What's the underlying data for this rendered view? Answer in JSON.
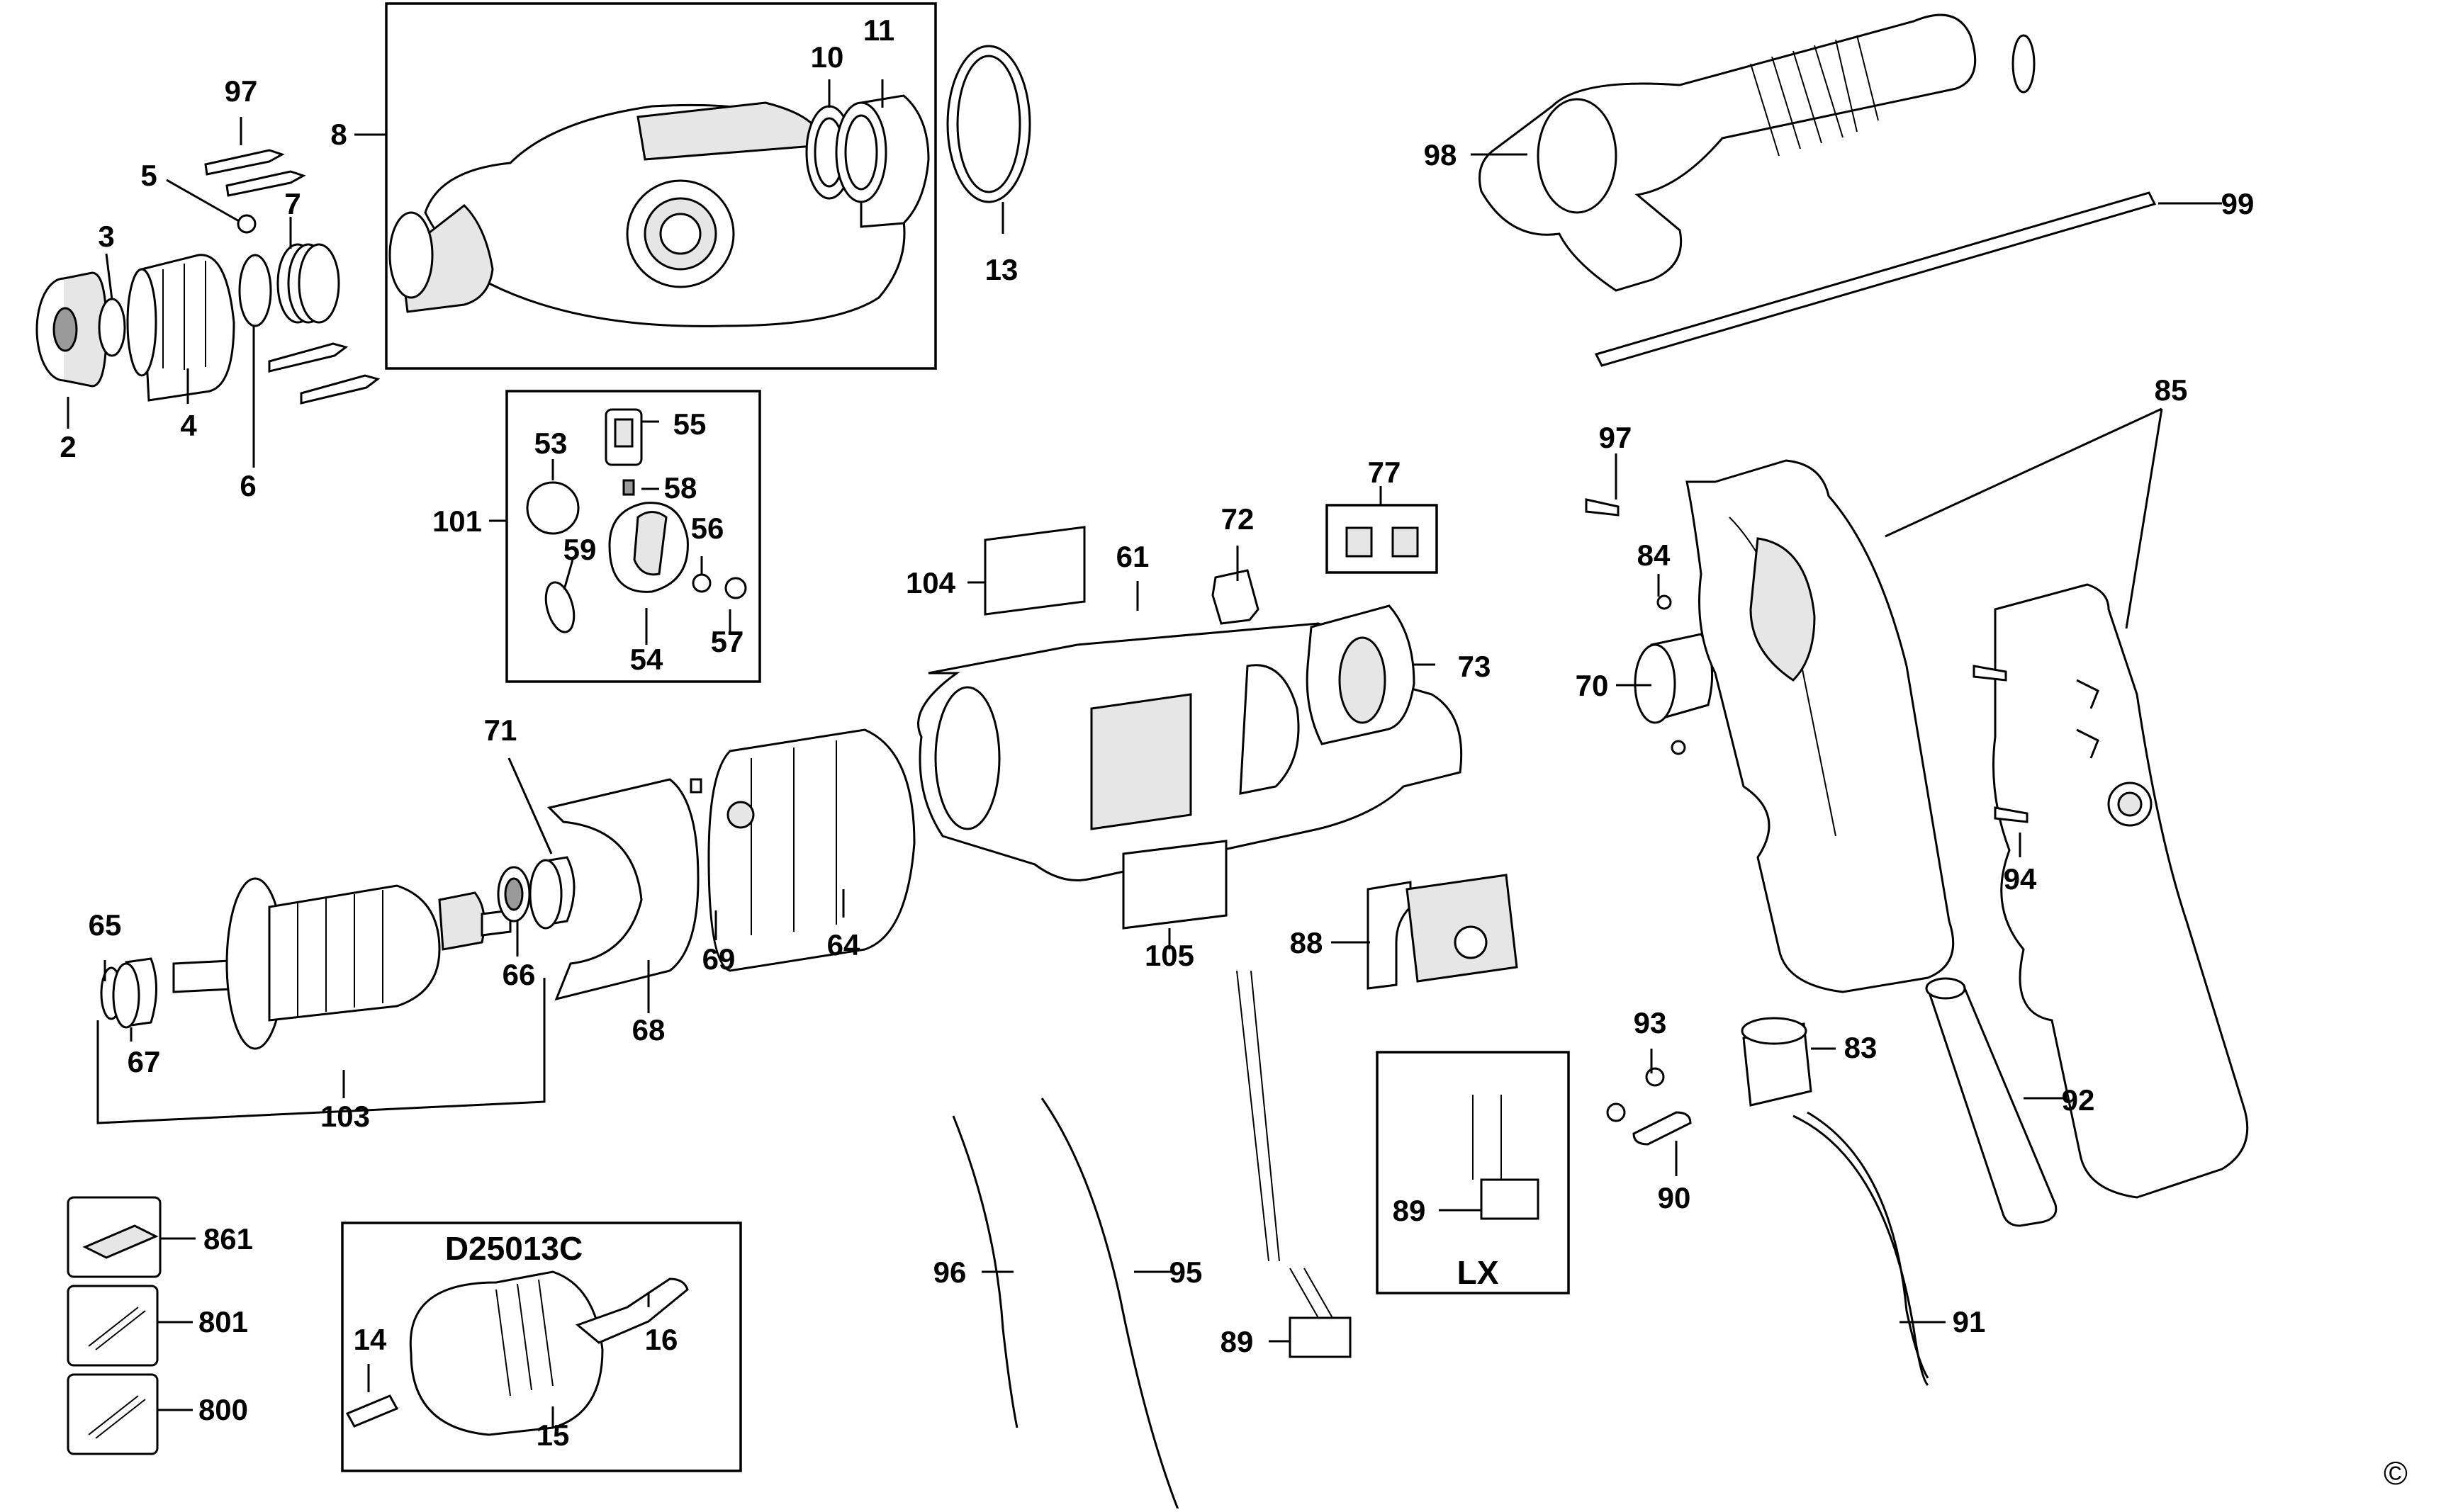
{
  "diagram": {
    "labels": [
      {
        "id": "l97a",
        "text": "97"
      },
      {
        "id": "l5",
        "text": "5"
      },
      {
        "id": "l3",
        "text": "3"
      },
      {
        "id": "l7",
        "text": "7"
      },
      {
        "id": "l2",
        "text": "2"
      },
      {
        "id": "l4",
        "text": "4"
      },
      {
        "id": "l6",
        "text": "6"
      },
      {
        "id": "l8",
        "text": "8"
      },
      {
        "id": "l10",
        "text": "10"
      },
      {
        "id": "l11",
        "text": "11"
      },
      {
        "id": "l13",
        "text": "13"
      },
      {
        "id": "l98",
        "text": "98"
      },
      {
        "id": "l99",
        "text": "99"
      },
      {
        "id": "l53",
        "text": "53"
      },
      {
        "id": "l55",
        "text": "55"
      },
      {
        "id": "l58",
        "text": "58"
      },
      {
        "id": "l101",
        "text": "101"
      },
      {
        "id": "l59",
        "text": "59"
      },
      {
        "id": "l56",
        "text": "56"
      },
      {
        "id": "l54",
        "text": "54"
      },
      {
        "id": "l57",
        "text": "57"
      },
      {
        "id": "l104",
        "text": "104"
      },
      {
        "id": "l61",
        "text": "61"
      },
      {
        "id": "l72",
        "text": "72"
      },
      {
        "id": "l77",
        "text": "77"
      },
      {
        "id": "l73",
        "text": "73"
      },
      {
        "id": "l97b",
        "text": "97"
      },
      {
        "id": "l84",
        "text": "84"
      },
      {
        "id": "l70",
        "text": "70"
      },
      {
        "id": "l85",
        "text": "85"
      },
      {
        "id": "l94",
        "text": "94"
      },
      {
        "id": "l71",
        "text": "71"
      },
      {
        "id": "l65",
        "text": "65"
      },
      {
        "id": "l66",
        "text": "66"
      },
      {
        "id": "l67",
        "text": "67"
      },
      {
        "id": "l68",
        "text": "68"
      },
      {
        "id": "l69",
        "text": "69"
      },
      {
        "id": "l64",
        "text": "64"
      },
      {
        "id": "l105",
        "text": "105"
      },
      {
        "id": "l88",
        "text": "88"
      },
      {
        "id": "l103",
        "text": "103"
      },
      {
        "id": "l93",
        "text": "93"
      },
      {
        "id": "l83",
        "text": "83"
      },
      {
        "id": "l92",
        "text": "92"
      },
      {
        "id": "l90",
        "text": "90"
      },
      {
        "id": "l89a",
        "text": "89"
      },
      {
        "id": "lLX",
        "text": "LX"
      },
      {
        "id": "l96",
        "text": "96"
      },
      {
        "id": "l95",
        "text": "95"
      },
      {
        "id": "l89b",
        "text": "89"
      },
      {
        "id": "l91",
        "text": "91"
      },
      {
        "id": "l861",
        "text": "861"
      },
      {
        "id": "l801",
        "text": "801"
      },
      {
        "id": "l800",
        "text": "800"
      },
      {
        "id": "lD25013C",
        "text": "D25013C"
      },
      {
        "id": "l14",
        "text": "14"
      },
      {
        "id": "l16",
        "text": "16"
      },
      {
        "id": "l15",
        "text": "15"
      }
    ],
    "copyright": "©"
  }
}
